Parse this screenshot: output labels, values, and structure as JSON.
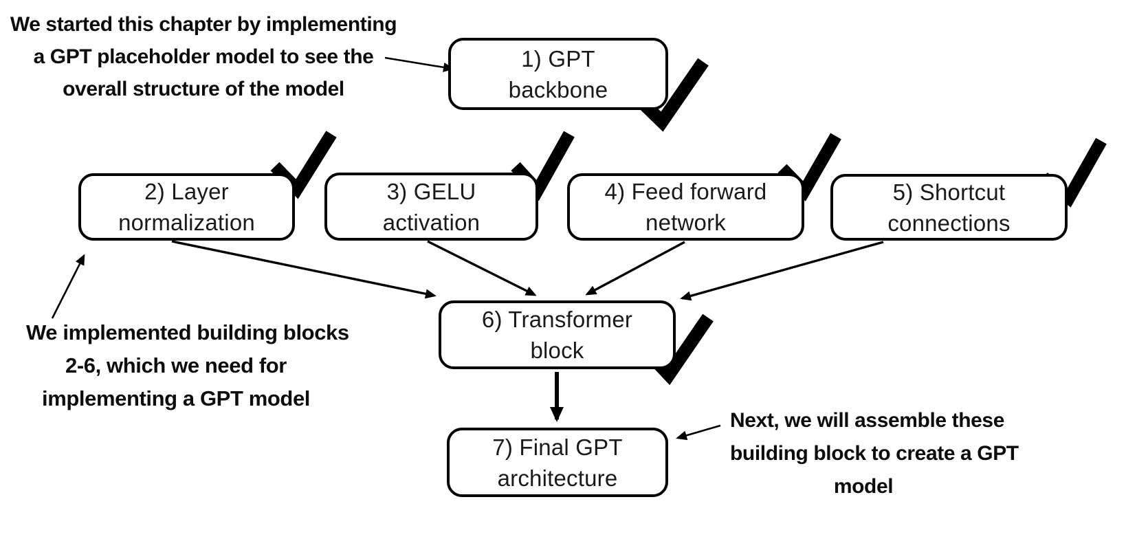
{
  "boxes": [
    {
      "id": "gpt-backbone",
      "line1": "1) GPT",
      "line2": "backbone",
      "checked": true,
      "check_position": "bottom-right"
    },
    {
      "id": "layer-normalization",
      "line1": "2) Layer",
      "line2": "normalization",
      "checked": true,
      "check_position": "top-right"
    },
    {
      "id": "gelu-activation",
      "line1": "3) GELU",
      "line2": "activation",
      "checked": true,
      "check_position": "top-right"
    },
    {
      "id": "feed-forward-network",
      "line1": "4) Feed forward",
      "line2": "network",
      "checked": true,
      "check_position": "top-right"
    },
    {
      "id": "shortcut-connections",
      "line1": "5) Shortcut",
      "line2": "connections",
      "checked": true,
      "check_position": "top-right"
    },
    {
      "id": "transformer-block",
      "line1": "6) Transformer",
      "line2": "block",
      "checked": true,
      "check_position": "bottom-right"
    },
    {
      "id": "final-gpt-architecture",
      "line1": "7) Final GPT",
      "line2": "architecture",
      "checked": false,
      "check_position": null
    }
  ],
  "annotations": [
    {
      "id": "top-left",
      "lines": [
        "We started this chapter by implementing",
        "a GPT placeholder model to see the",
        "overall structure of the model"
      ],
      "points_to": "gpt-backbone"
    },
    {
      "id": "mid-left",
      "lines": [
        "We implemented building blocks",
        "2-6, which we need for",
        "implementing a GPT model"
      ],
      "points_to": "layer-normalization"
    },
    {
      "id": "bottom-right",
      "lines": [
        "Next, we will assemble these",
        "building block to create a GPT",
        "model"
      ],
      "points_to": "final-gpt-architecture"
    }
  ],
  "edges": [
    {
      "from": "layer-normalization",
      "to": "transformer-block"
    },
    {
      "from": "gelu-activation",
      "to": "transformer-block"
    },
    {
      "from": "feed-forward-network",
      "to": "transformer-block"
    },
    {
      "from": "shortcut-connections",
      "to": "transformer-block"
    },
    {
      "from": "transformer-block",
      "to": "final-gpt-architecture"
    }
  ],
  "icons": {
    "checkmark": "✔"
  },
  "colors": {
    "background": "#ffffff",
    "stroke": "#000000",
    "text": "#1a1a1a"
  }
}
